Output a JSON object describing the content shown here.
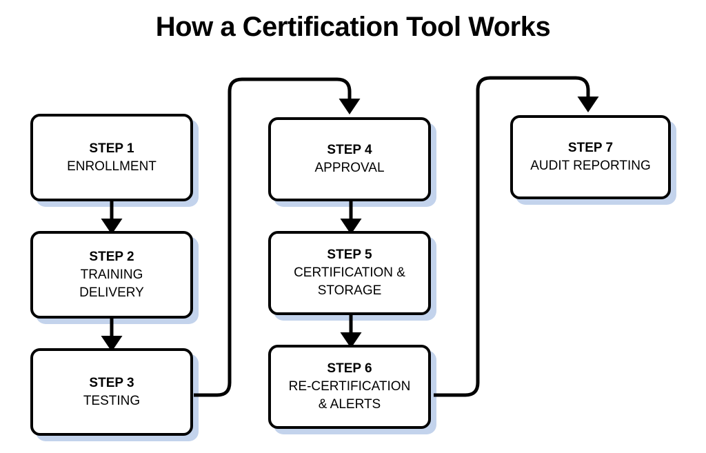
{
  "diagram": {
    "title": "How a Certification Tool Works",
    "type": "flowchart",
    "background_color": "#ffffff",
    "node_fill_color": "#ffffff",
    "node_border_color": "#000000",
    "node_shadow_color": "#c3d3ec",
    "connector_color": "#000000",
    "columns": 3,
    "nodes": [
      {
        "id": "step-1",
        "step": "STEP 1",
        "label": "ENROLLMENT",
        "label_lines": [
          "ENROLLMENT"
        ],
        "column": 1,
        "row": 1
      },
      {
        "id": "step-2",
        "step": "STEP 2",
        "label": "TRAINING DELIVERY",
        "label_lines": [
          "TRAINING",
          "DELIVERY"
        ],
        "column": 1,
        "row": 2
      },
      {
        "id": "step-3",
        "step": "STEP 3",
        "label": "TESTING",
        "label_lines": [
          "TESTING"
        ],
        "column": 1,
        "row": 3
      },
      {
        "id": "step-4",
        "step": "STEP 4",
        "label": "APPROVAL",
        "label_lines": [
          "APPROVAL"
        ],
        "column": 2,
        "row": 1
      },
      {
        "id": "step-5",
        "step": "STEP 5",
        "label": "CERTIFICATION & STORAGE",
        "label_lines": [
          "CERTIFICATION &",
          "STORAGE"
        ],
        "column": 2,
        "row": 2
      },
      {
        "id": "step-6",
        "step": "STEP 6",
        "label": "RE-CERTIFICATION & ALERTS",
        "label_lines": [
          "RE-CERTIFICATION",
          "& ALERTS"
        ],
        "column": 2,
        "row": 3
      },
      {
        "id": "step-7",
        "step": "STEP 7",
        "label": "AUDIT REPORTING",
        "label_lines": [
          "AUDIT REPORTING"
        ],
        "column": 3,
        "row": 1
      }
    ],
    "connectors": [
      {
        "id": "c1",
        "from": "step-1",
        "to": "step-2",
        "kind": "straight-down",
        "arrow": true
      },
      {
        "id": "c2",
        "from": "step-2",
        "to": "step-3",
        "kind": "straight-down",
        "arrow": true
      },
      {
        "id": "c3",
        "from": "step-3",
        "to": "step-4",
        "kind": "right-up-right-down",
        "arrow": true
      },
      {
        "id": "c4",
        "from": "step-4",
        "to": "step-5",
        "kind": "straight-down",
        "arrow": true
      },
      {
        "id": "c5",
        "from": "step-5",
        "to": "step-6",
        "kind": "straight-down",
        "arrow": true
      },
      {
        "id": "c6",
        "from": "step-6",
        "to": "step-7",
        "kind": "right-up-right-down",
        "arrow": true
      }
    ]
  }
}
